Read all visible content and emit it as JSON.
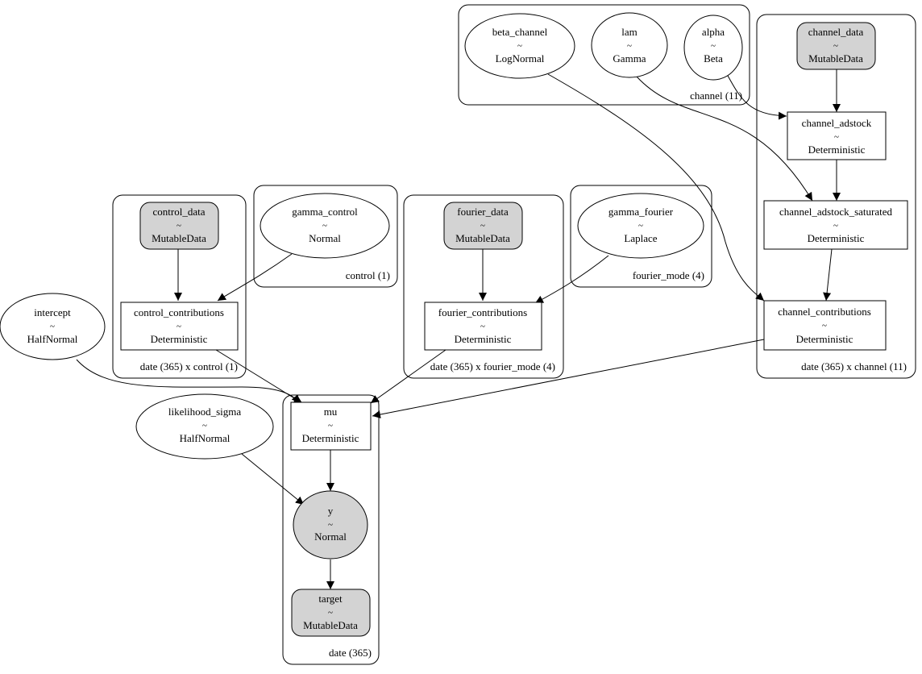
{
  "plates": {
    "channel": "channel (11)",
    "date_channel": "date (365) x channel (11)",
    "control": "control (1)",
    "date_control": "date (365) x control (1)",
    "fourier_mode": "fourier_mode (4)",
    "date_fourier": "date (365) x fourier_mode (4)",
    "date": "date (365)"
  },
  "nodes": {
    "beta_channel": {
      "name": "beta_channel",
      "sep": "~",
      "dist": "LogNormal"
    },
    "lam": {
      "name": "lam",
      "sep": "~",
      "dist": "Gamma"
    },
    "alpha": {
      "name": "alpha",
      "sep": "~",
      "dist": "Beta"
    },
    "channel_data": {
      "name": "channel_data",
      "sep": "~",
      "dist": "MutableData"
    },
    "channel_adstock": {
      "name": "channel_adstock",
      "sep": "~",
      "dist": "Deterministic"
    },
    "channel_adstock_saturated": {
      "name": "channel_adstock_saturated",
      "sep": "~",
      "dist": "Deterministic"
    },
    "channel_contributions": {
      "name": "channel_contributions",
      "sep": "~",
      "dist": "Deterministic"
    },
    "control_data": {
      "name": "control_data",
      "sep": "~",
      "dist": "MutableData"
    },
    "gamma_control": {
      "name": "gamma_control",
      "sep": "~",
      "dist": "Normal"
    },
    "control_contributions": {
      "name": "control_contributions",
      "sep": "~",
      "dist": "Deterministic"
    },
    "fourier_data": {
      "name": "fourier_data",
      "sep": "~",
      "dist": "MutableData"
    },
    "gamma_fourier": {
      "name": "gamma_fourier",
      "sep": "~",
      "dist": "Laplace"
    },
    "fourier_contributions": {
      "name": "fourier_contributions",
      "sep": "~",
      "dist": "Deterministic"
    },
    "intercept": {
      "name": "intercept",
      "sep": "~",
      "dist": "HalfNormal"
    },
    "likelihood_sigma": {
      "name": "likelihood_sigma",
      "sep": "~",
      "dist": "HalfNormal"
    },
    "mu": {
      "name": "mu",
      "sep": "~",
      "dist": "Deterministic"
    },
    "y": {
      "name": "y",
      "sep": "~",
      "dist": "Normal"
    },
    "target": {
      "name": "target",
      "sep": "~",
      "dist": "MutableData"
    }
  },
  "colors": {
    "observed_fill": "#d3d3d3",
    "stroke": "#000000",
    "background": "#ffffff"
  }
}
